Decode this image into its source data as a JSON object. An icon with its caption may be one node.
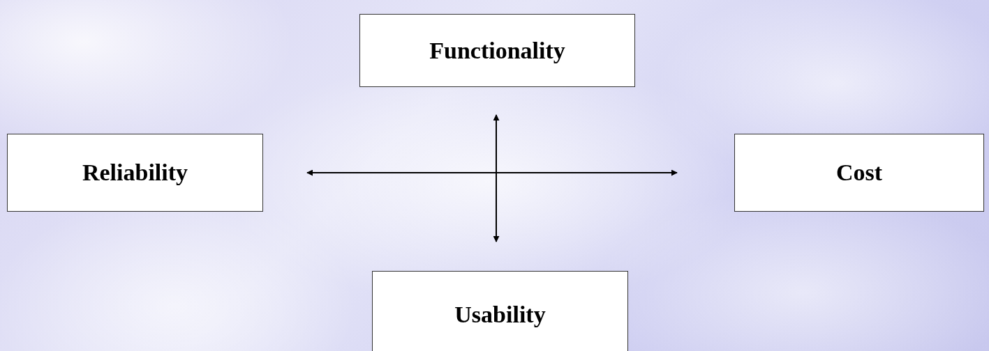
{
  "diagram": {
    "nodes": [
      {
        "text": [
          "Functionality"
        ]
      },
      {
        "text": [
          "Reliability"
        ]
      },
      {
        "text": [
          "Cost"
        ]
      },
      {
        "text": [
          "Usability"
        ]
      }
    ],
    "edges": [
      {
        "from": 0,
        "to": 3,
        "arrow": "both"
      },
      {
        "from": 1,
        "to": 2,
        "arrow": "both"
      }
    ]
  }
}
